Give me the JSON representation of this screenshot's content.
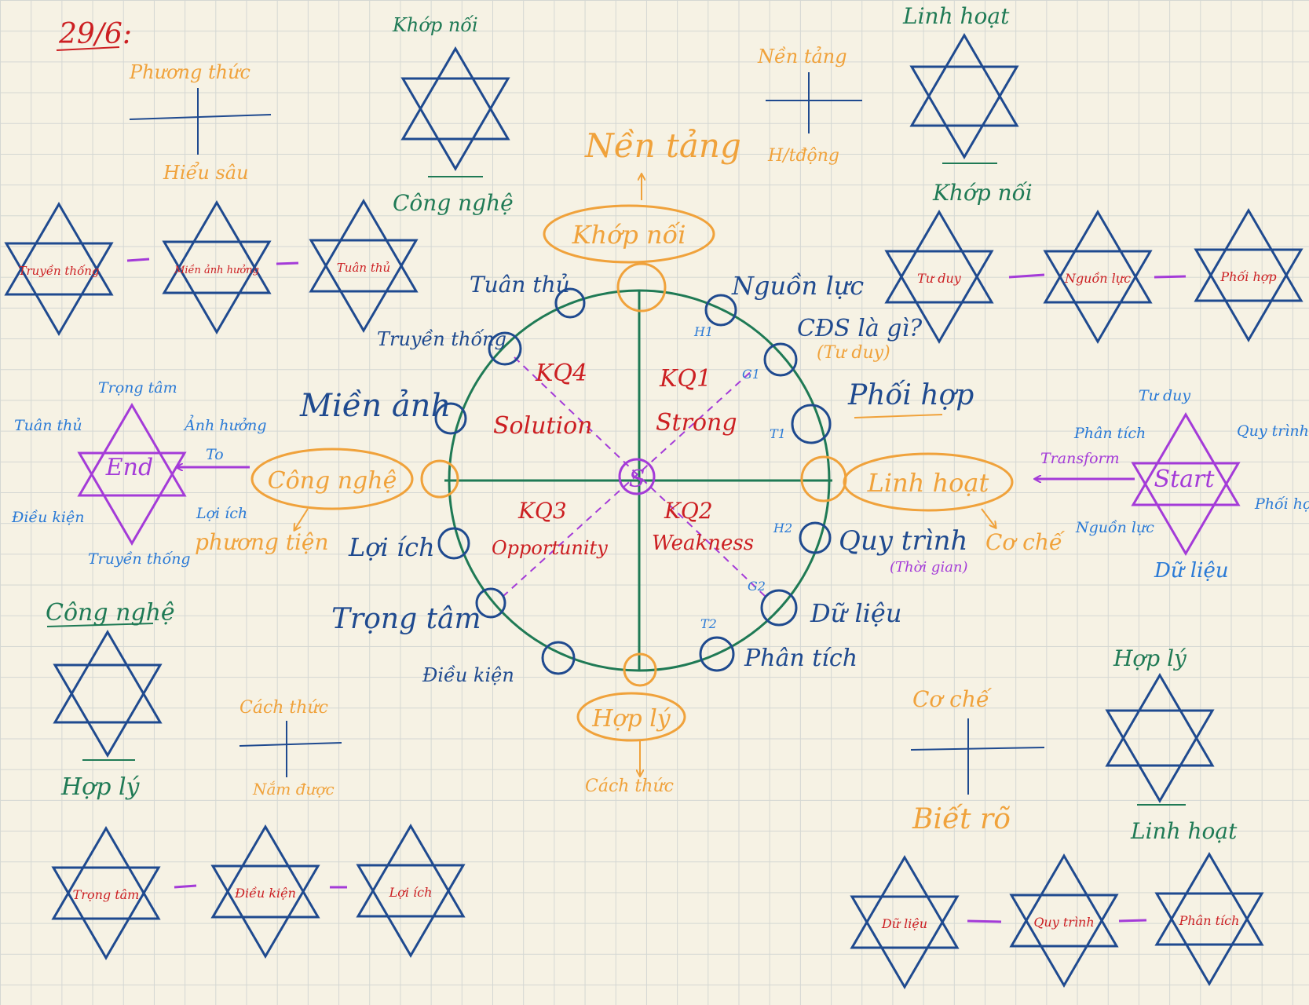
{
  "colors": {
    "navy": "#1f4a8f",
    "green": "#1f7a55",
    "orange": "#f0a23b",
    "red": "#cc1f22",
    "purple": "#a43bd8",
    "blue": "#2a7ad6"
  },
  "date": "29/6:",
  "top_left_cross": {
    "top": "Phương thức",
    "bottom": "Hiểu sâu"
  },
  "top_center_star": {
    "top": "Khớp nối",
    "bottom": "Công nghệ"
  },
  "top_right_cross": {
    "top": "Nền tảng",
    "bottom": "H/tđộng"
  },
  "top_right_star": {
    "top": "Linh hoạt",
    "bottom": "Khớp nối"
  },
  "top_left_chain": [
    "Truyền thống",
    "Miền ảnh hưởng",
    "Tuân thủ"
  ],
  "right_top_chain": [
    "Tư duy",
    "Nguồn lực",
    "Phối hợp"
  ],
  "end_star": {
    "center": "End",
    "top": "Trọng tâm",
    "top_left": "Tuân thủ",
    "top_right": "Ảnh hưởng",
    "right_sub": "To",
    "bottom_left": "Điều kiện",
    "bottom_right": "Lợi ích",
    "bottom": "Truyền thống"
  },
  "start_star": {
    "center": "Start",
    "top": "Tư duy",
    "top_left": "Phân tích",
    "left_arrow": "Transform",
    "top_right": "Quy trình",
    "bottom_right": "Phối hợp",
    "bottom_left": "Nguồn lực",
    "bottom": "Dữ liệu"
  },
  "center": {
    "top_oval": "Khớp nối",
    "top_above": "Nền tảng",
    "left_oval": "Công nghệ",
    "left_below": "phương tiện",
    "right_oval": "Linh hoạt",
    "right_below": "Cơ chế",
    "bottom_oval": "Hợp lý",
    "bottom_below": "Cách thức",
    "center_letter": "S",
    "quadrants": {
      "q4": [
        "KQ4",
        "Solution"
      ],
      "q1": [
        "KQ1",
        "Strong"
      ],
      "q3": [
        "KQ3",
        "Opportunity"
      ],
      "q2": [
        "KQ2",
        "Weakness"
      ]
    },
    "ring_labels": {
      "tuan_thu": "Tuân thủ",
      "truyen_thong": "Truyền thống",
      "mien_anh": "Miền ảnh",
      "loi_ich": "Lợi ích",
      "trong_tam": "Trọng tâm",
      "dieu_kien": "Điều kiện",
      "nguon_luc": "Nguồn lực",
      "cds": "CĐS là gì?",
      "tu_duy": "(Tư duy)",
      "phoi_hop": "Phối hợp",
      "quy_trinh": "Quy trình",
      "thoi_gian": "(Thời gian)",
      "du_lieu": "Dữ liệu",
      "phan_tich": "Phân tích"
    },
    "small_labels": {
      "h1": "H1",
      "g1": "G1",
      "t1": "T1",
      "h2": "H2",
      "g2": "G2",
      "t2": "T2"
    }
  },
  "bottom_left_star": {
    "top": "Công nghệ",
    "bottom": "Hợp lý"
  },
  "bottom_center_cross": {
    "top": "Cách thức",
    "bottom": "Nắm được"
  },
  "bottom_right_cross": {
    "top": "Cơ chế",
    "bottom": "Biết rõ"
  },
  "bottom_right_star": {
    "top": "Hợp lý",
    "bottom": "Linh hoạt"
  },
  "bottom_left_chain": [
    "Trọng tâm",
    "Điều kiện",
    "Lợi ích"
  ],
  "bottom_right_chain": [
    "Dữ liệu",
    "Quy trình",
    "Phân tích"
  ]
}
